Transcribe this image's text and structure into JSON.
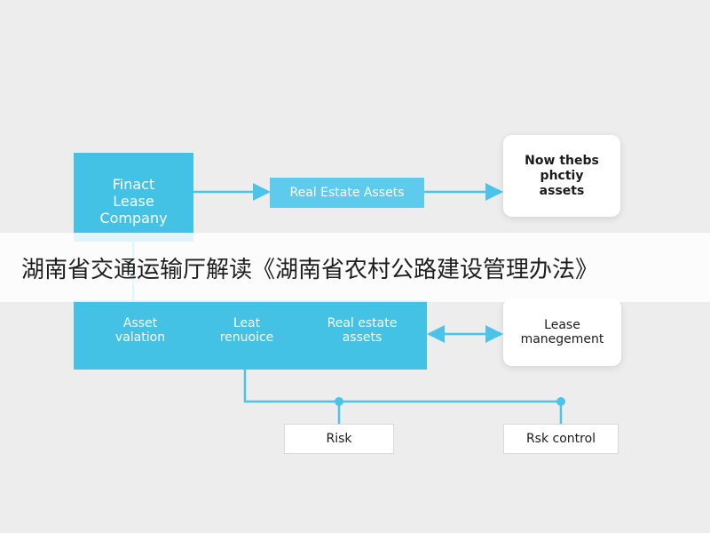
{
  "diagram": {
    "nodes": {
      "finance_company": "Finact\nLease\nCompany",
      "real_estate_assets": "Real Estate Assets",
      "new_property_assets": "Now thebs\nphctiy\nassets",
      "asset_valuation": "Asset\nvalation",
      "lease_renewal": "Leat\nrenuoice",
      "real_estate_assets_2": "Real estate\nassets",
      "lease_management": "Lease\nmanegement",
      "risk": "Risk",
      "risk_control": "Rsk control"
    },
    "colors": {
      "primary_blue": "#43c2e6",
      "connector_blue": "#4cc3e8",
      "background": "#ededed"
    }
  },
  "banner": {
    "text": "湖南省交通运输厅解读《湖南省农村公路建设管理办法》"
  }
}
